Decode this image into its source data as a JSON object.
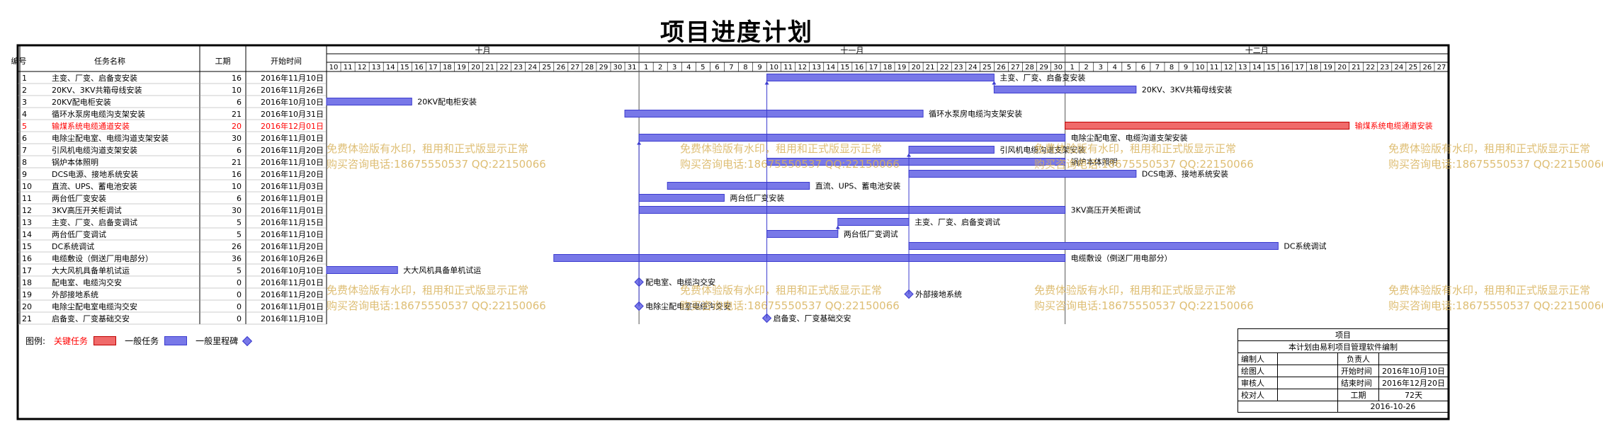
{
  "title": "项目进度计划",
  "table_headers": {
    "id": "编号",
    "name": "任务名称",
    "duration": "工期",
    "start": "开始时间"
  },
  "months": [
    "十月",
    "十一月",
    "十二月"
  ],
  "day_labels": [
    "10",
    "11",
    "12",
    "13",
    "14",
    "15",
    "16",
    "17",
    "18",
    "19",
    "20",
    "21",
    "22",
    "23",
    "24",
    "25",
    "26",
    "27",
    "28",
    "29",
    "30",
    "31",
    "1",
    "2",
    "3",
    "4",
    "5",
    "6",
    "7",
    "8",
    "9",
    "10",
    "11",
    "12",
    "13",
    "14",
    "15",
    "16",
    "17",
    "18",
    "19",
    "20",
    "21",
    "22",
    "23",
    "24",
    "25",
    "26",
    "27",
    "28",
    "29",
    "30",
    "1",
    "2",
    "3",
    "4",
    "5",
    "6",
    "7",
    "8",
    "9",
    "10",
    "11",
    "12",
    "13",
    "14",
    "15",
    "16",
    "17",
    "18",
    "19",
    "20",
    "21",
    "22",
    "23",
    "24",
    "25",
    "26",
    "27"
  ],
  "chart_data": {
    "type": "gantt",
    "title": "项目进度计划",
    "axis_start": "2016-10-10",
    "axis_end": "2016-12-27",
    "tasks": [
      {
        "id": "1",
        "name": "主变、厂变、启备变安装",
        "duration": 16,
        "start_label": "2016年11月10日",
        "start": "2016-11-10",
        "label": "主变、厂变、启备变安装",
        "kind": "normal"
      },
      {
        "id": "2",
        "name": "20KV、3KV共箱母线安装",
        "duration": 10,
        "start_label": "2016年11月26日",
        "start": "2016-11-26",
        "label": "20KV、3KV共箱母线安装",
        "kind": "normal"
      },
      {
        "id": "3",
        "name": "20KV配电柜安装",
        "duration": 6,
        "start_label": "2016年10月10日",
        "start": "2016-10-10",
        "label": "20KV配电柜安装",
        "kind": "normal"
      },
      {
        "id": "4",
        "name": "循环水泵房电缆沟支架安装",
        "duration": 21,
        "start_label": "2016年10月31日",
        "start": "2016-10-31",
        "label": "循环水泵房电缆沟支架安装",
        "kind": "normal"
      },
      {
        "id": "5",
        "name": "输煤系统电缆通道安装",
        "duration": 20,
        "start_label": "2016年12月01日",
        "start": "2016-12-01",
        "label": "输煤系统电缆通道安装",
        "kind": "critical"
      },
      {
        "id": "6",
        "name": "电除尘配电室、电缆沟道支架安装",
        "duration": 30,
        "start_label": "2016年11月01日",
        "start": "2016-11-01",
        "label": "电除尘配电室、电缆沟道支架安装",
        "kind": "normal"
      },
      {
        "id": "7",
        "name": "引风机电缆沟道支架安装",
        "duration": 6,
        "start_label": "2016年11月20日",
        "start": "2016-11-20",
        "label": "引风机电缆沟道支架安装",
        "kind": "normal"
      },
      {
        "id": "8",
        "name": "锅炉本体照明",
        "duration": 21,
        "start_label": "2016年11月10日",
        "start": "2016-11-10",
        "label": "锅炉本体照明",
        "kind": "normal"
      },
      {
        "id": "9",
        "name": "DCS电源、接地系统安装",
        "duration": 16,
        "start_label": "2016年11月20日",
        "start": "2016-11-20",
        "label": "DCS电源、接地系统安装",
        "kind": "normal"
      },
      {
        "id": "10",
        "name": "直流、UPS、蓄电池安装",
        "duration": 10,
        "start_label": "2016年11月03日",
        "start": "2016-11-03",
        "label": "直流、UPS、蓄电池安装",
        "kind": "normal"
      },
      {
        "id": "11",
        "name": "两台低厂变安装",
        "duration": 6,
        "start_label": "2016年11月01日",
        "start": "2016-11-01",
        "label": "两台低厂变安装",
        "kind": "normal"
      },
      {
        "id": "12",
        "name": "3KV高压开关柜调试",
        "duration": 30,
        "start_label": "2016年11月01日",
        "start": "2016-11-01",
        "label": "3KV高压开关柜调试",
        "kind": "normal"
      },
      {
        "id": "13",
        "name": "主变、厂变、启备变调试",
        "duration": 5,
        "start_label": "2016年11月15日",
        "start": "2016-11-15",
        "label": "主变、厂变、启备变调试",
        "kind": "normal"
      },
      {
        "id": "14",
        "name": "两台低厂变调试",
        "duration": 5,
        "start_label": "2016年11月10日",
        "start": "2016-11-10",
        "label": "两台低厂变调试",
        "kind": "normal"
      },
      {
        "id": "15",
        "name": "DC系统调试",
        "duration": 26,
        "start_label": "2016年11月20日",
        "start": "2016-11-20",
        "label": "DC系统调试",
        "kind": "normal"
      },
      {
        "id": "16",
        "name": "电缆敷设（倒送厂用电部分）",
        "duration": 36,
        "start_label": "2016年10月26日",
        "start": "2016-10-26",
        "label": "电缆敷设（倒送厂用电部分）",
        "kind": "normal"
      },
      {
        "id": "17",
        "name": "大大风机具备单机试运",
        "duration": 5,
        "start_label": "2016年10月10日",
        "start": "2016-10-10",
        "label": "大大风机具备单机试运",
        "kind": "normal"
      },
      {
        "id": "18",
        "name": "配电室、电缆沟交安",
        "duration": 0,
        "start_label": "2016年11月01日",
        "start": "2016-11-01",
        "label": "配电室、电缆沟交安",
        "kind": "milestone"
      },
      {
        "id": "19",
        "name": "外部接地系统",
        "duration": 0,
        "start_label": "2016年11月20日",
        "start": "2016-11-20",
        "label": "外部接地系统",
        "kind": "milestone"
      },
      {
        "id": "20",
        "name": "电除尘配电室电缆沟交安",
        "duration": 0,
        "start_label": "2016年11月01日",
        "start": "2016-11-01",
        "label": "电除尘配电室电缆沟交安",
        "kind": "milestone"
      },
      {
        "id": "21",
        "name": "启备变、厂变基础交安",
        "duration": 0,
        "start_label": "2016年11月10日",
        "start": "2016-11-10",
        "label": "启备变、厂变基础交安",
        "kind": "milestone"
      }
    ]
  },
  "legend": {
    "prefix": "图例:",
    "critical": "关键任务",
    "normal": "一般任务",
    "milestone": "一般里程碑"
  },
  "info_box": {
    "header": "项目",
    "note": "本计划由易利项目管理软件编制",
    "compiler_label": "编制人",
    "responsible_label": "负责人",
    "drawer_label": "绘图人",
    "start_label": "开始时间",
    "start_value": "2016年10月10日",
    "reviewer_label": "审核人",
    "end_label": "结束时间",
    "end_value": "2016年12月20日",
    "checker_label": "校对人",
    "duration_label": "工期",
    "duration_value": "72天",
    "date_value": "2016-10-26"
  },
  "watermark": {
    "line1": "免费体验版有水印，租用和正式版显示正常",
    "line2": "购买咨询电话:18675550537 QQ:22150066"
  },
  "colors": {
    "normal_fill": "#7878e8",
    "normal_stroke": "#3c3ccf",
    "critical_fill": "#f06a6a",
    "critical_stroke": "#c00000",
    "critical_text": "#ff0000",
    "grid": "#999999",
    "watermark": "#d9b35c"
  }
}
